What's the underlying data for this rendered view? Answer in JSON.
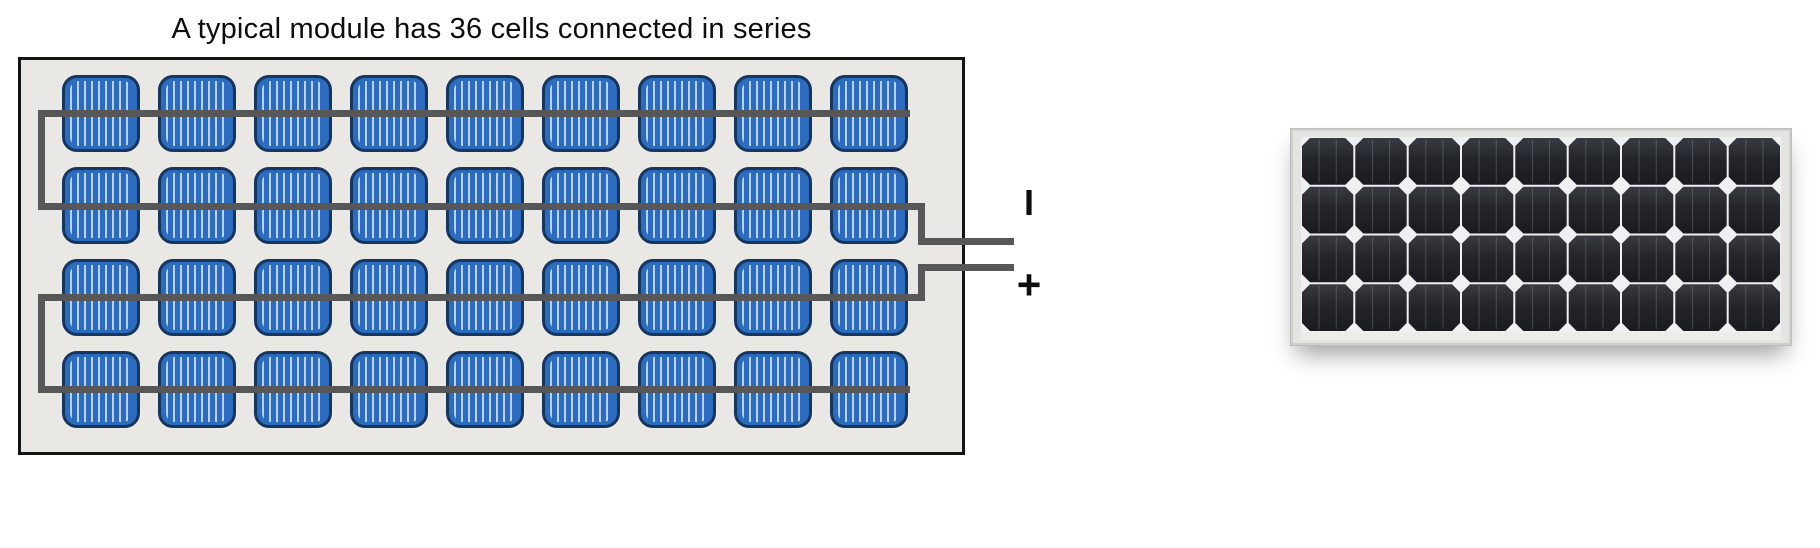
{
  "title": "A typical module has 36 cells connected in series",
  "schematic": {
    "rows": 4,
    "cols": 9,
    "total_cells": 36,
    "colors": {
      "panel_bg": "#e9e8e5",
      "panel_border": "#141414",
      "cell_fill": "#2d6cbd",
      "cell_border": "#16365f",
      "stripes": "#cfe3f8",
      "wire": "#575757"
    },
    "terminals": {
      "current_label": "I",
      "positive_label": "+"
    }
  },
  "photo": {
    "rows": 4,
    "cols": 9,
    "colors": {
      "frame_outer": "#cfcfcd",
      "frame_face": "#e4e4e2",
      "gap": "#eef0f2",
      "cell_dark": "#191b1f",
      "cell_mid": "#23252a",
      "cell_light": "#383b41"
    }
  }
}
